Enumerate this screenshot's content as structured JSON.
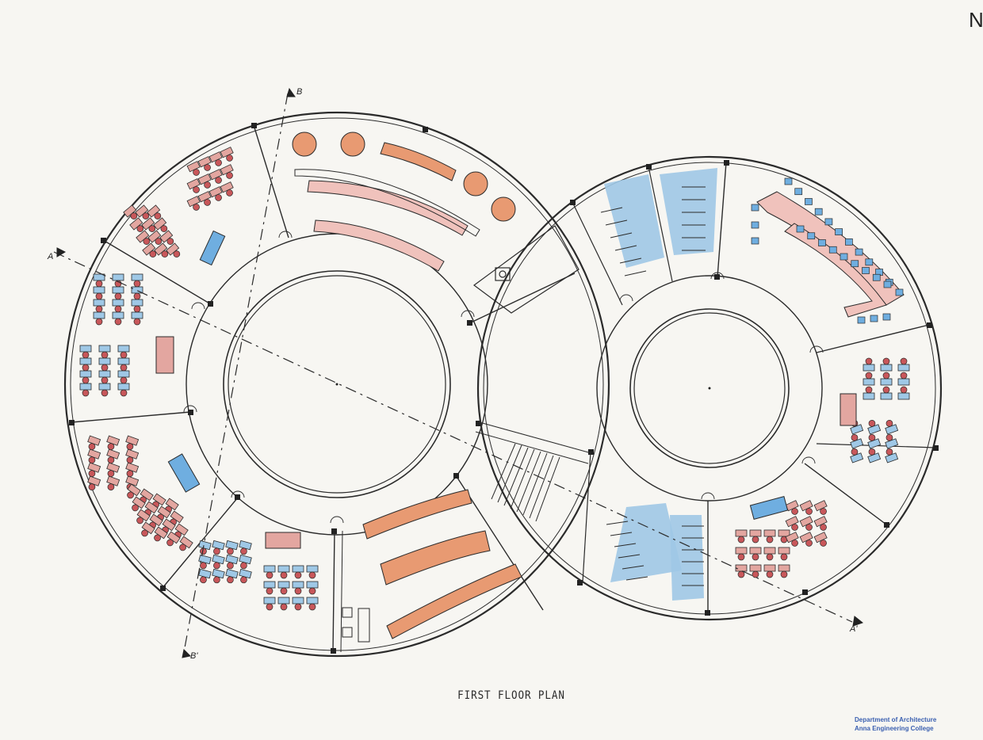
{
  "drawing": {
    "title": "FIRST FLOOR PLAN",
    "north_mark": "N",
    "stamp_line1": "Department of Architecture",
    "stamp_line2": "Anna Engineering College",
    "section_marks": {
      "a_start": "A",
      "a_end": "A'",
      "b_start": "B",
      "b_end": "B'"
    }
  },
  "colors": {
    "line": "#2b2b2b",
    "red_chair": "#c8575a",
    "red_desk": "#e3a6a0",
    "blue_chair": "#9fc8e6",
    "blue_desk": "#6faee0",
    "orange": "#e89a72",
    "pink_table": "#f0c2bc",
    "paper": "#f7f6f2"
  }
}
